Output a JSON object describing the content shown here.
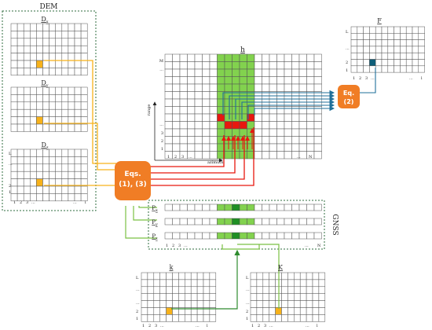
{
  "colors": {
    "grid_line": "#555555",
    "orange_cell": "#f7b21a",
    "orange_line": "#f7b21a",
    "red_cell": "#e8170f",
    "red_line": "#e8170f",
    "green_fill": "#82d24e",
    "green_dark": "#1f8f24",
    "green_line": "#7bc043",
    "green_line_dark": "#2e8b2e",
    "blue_line": "#1f6f9a",
    "teal_cell": "#0d5f7a",
    "eq_box": "#f07d25",
    "dem_border": "#2f6e3f"
  },
  "labels": {
    "dem_title": "DEM",
    "gnss_title": "GNSS",
    "dx": "D",
    "dx_sub": "x",
    "dy": "D",
    "dy_sub": "y",
    "dz": "D",
    "dz_sub": "z",
    "h": "h",
    "F": "F",
    "k": "k",
    "K": "K",
    "px": "P",
    "px_sub": "x",
    "py": "P",
    "py_sub": "y",
    "pz": "P",
    "pz_sub": "z",
    "eq13_line1": "Eqs.",
    "eq13_line2": "(1), (3)",
    "eq2_line1": "Eq.",
    "eq2_line2": "(2)",
    "range": "range",
    "azimuth": "azimuth"
  },
  "ticks": {
    "M": "M",
    "L": "L",
    "N": "N",
    "l": "l",
    "dots": "...",
    "one": "1",
    "two": "2",
    "three": "3"
  }
}
